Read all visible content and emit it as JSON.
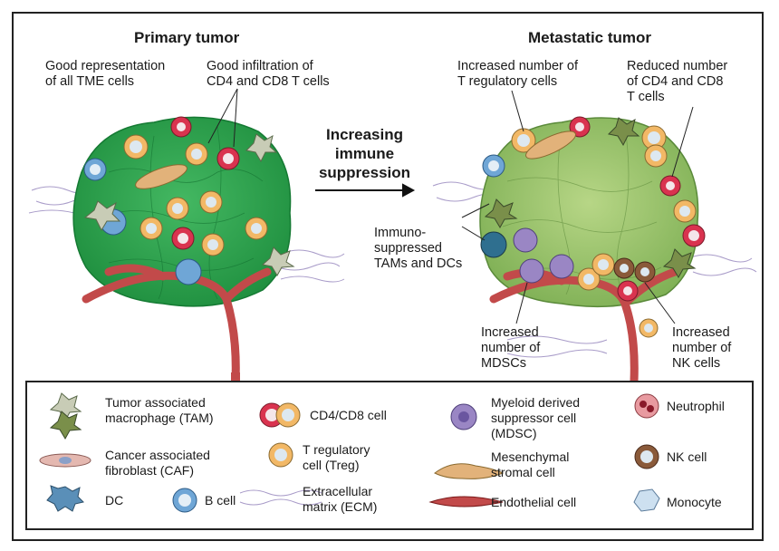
{
  "titles": {
    "primary": "Primary tumor",
    "metastatic": "Metastatic tumor",
    "arrow_label": "Increasing\nimmune\nsuppression"
  },
  "annotations": {
    "good_representation": "Good representation\nof all TME cells",
    "good_infiltration": "Good infiltration of\nCD4 and CD8 T cells",
    "increased_treg": "Increased number of\nT regulatory cells",
    "reduced_cd4_cd8": "Reduced number\nof CD4 and CD8\nT cells",
    "immunosuppressed": "Immuno-\nsuppressed\nTAMs and DCs",
    "increased_mdsc": "Increased\nnumber of\nMDSCs",
    "increased_nk": "Increased\nnumber of\nNK cells"
  },
  "legend": {
    "tam": "Tumor associated\nmacrophage (TAM)",
    "caf": "Cancer associated\nfibroblast (CAF)",
    "dc": "DC",
    "bcell": "B cell",
    "cd4cd8": "CD4/CD8 cell",
    "treg": "T regulatory\ncell (Treg)",
    "ecm": "Extracellular\nmatrix (ECM)",
    "mdsc": "Myeloid derived\nsuppressor cell\n(MDSC)",
    "msc": "Mesenchymal\nstromal cell",
    "endo": "Endothelial cell",
    "neutrophil": "Neutrophil",
    "nk": "NK cell",
    "monocyte": "Monocyte"
  },
  "colors": {
    "primary_tumor": "#2fa84f",
    "metastatic_tumor": "#9cc46a",
    "vessel": "#c24a4a",
    "treg": "#f2b866",
    "cd4cd8": "#d9334f",
    "bcell": "#6fa6d6",
    "mdsc": "#9a86c4"
  }
}
